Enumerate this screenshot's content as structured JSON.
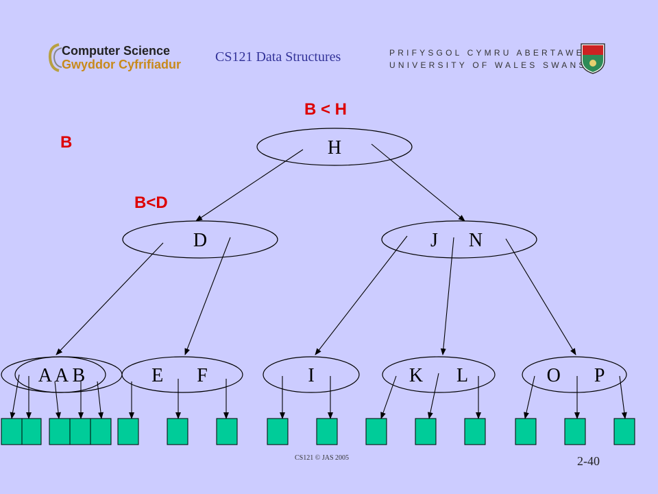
{
  "header": {
    "logo_line1": "Computer Science",
    "logo_line2": "Gwyddor Cyfrifiadur",
    "course": "CS121 Data Structures",
    "university_line1": "PRIFYSGOL CYMRU ABERTAWE",
    "university_line2": "UNIVERSITY OF WALES SWANSEA"
  },
  "annotations": {
    "search_key": "B",
    "compare_root": "B < H",
    "compare_child": "B<D"
  },
  "tree": {
    "root": {
      "keys": "H"
    },
    "level1": [
      {
        "keys": "D"
      },
      {
        "keys": "J N"
      }
    ],
    "leaves": [
      {
        "keys": "A A B"
      },
      {
        "keys": "E F"
      },
      {
        "keys": "I"
      },
      {
        "keys": "K L"
      },
      {
        "keys": "O P"
      }
    ]
  },
  "footer": {
    "copyright": "CS121 © JAS 2005",
    "page": "2-40"
  },
  "colors": {
    "background": "#ccccff",
    "highlight": "#dd0000",
    "node_box": "#00cc99"
  }
}
